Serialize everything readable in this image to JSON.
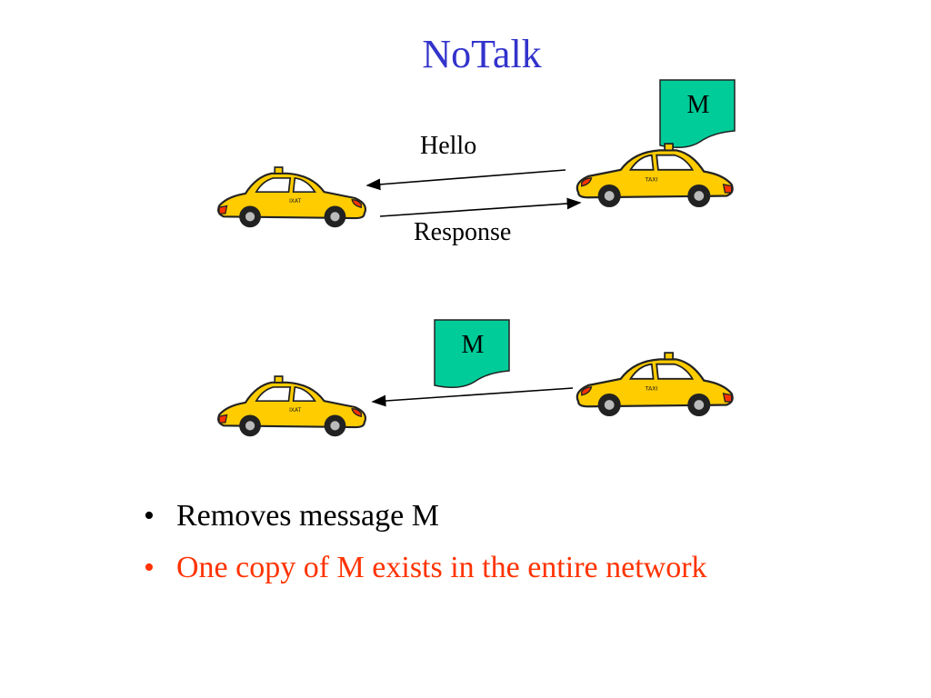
{
  "slide": {
    "title": "NoTalk"
  },
  "scene1": {
    "arrow_top_label": "Hello",
    "arrow_bottom_label": "Response",
    "message_label": "M"
  },
  "scene2": {
    "message_label": "M"
  },
  "bullets": [
    {
      "text": "Removes message M",
      "color": "#000000"
    },
    {
      "text": "One copy of M exists in the entire network",
      "color": "#ff3300"
    }
  ],
  "colors": {
    "title": "#3333cc",
    "message_fill": "#00cc99",
    "taxi_body": "#ffcc00"
  },
  "icons": {
    "vehicle": "taxi-icon",
    "message": "message-document-icon"
  }
}
